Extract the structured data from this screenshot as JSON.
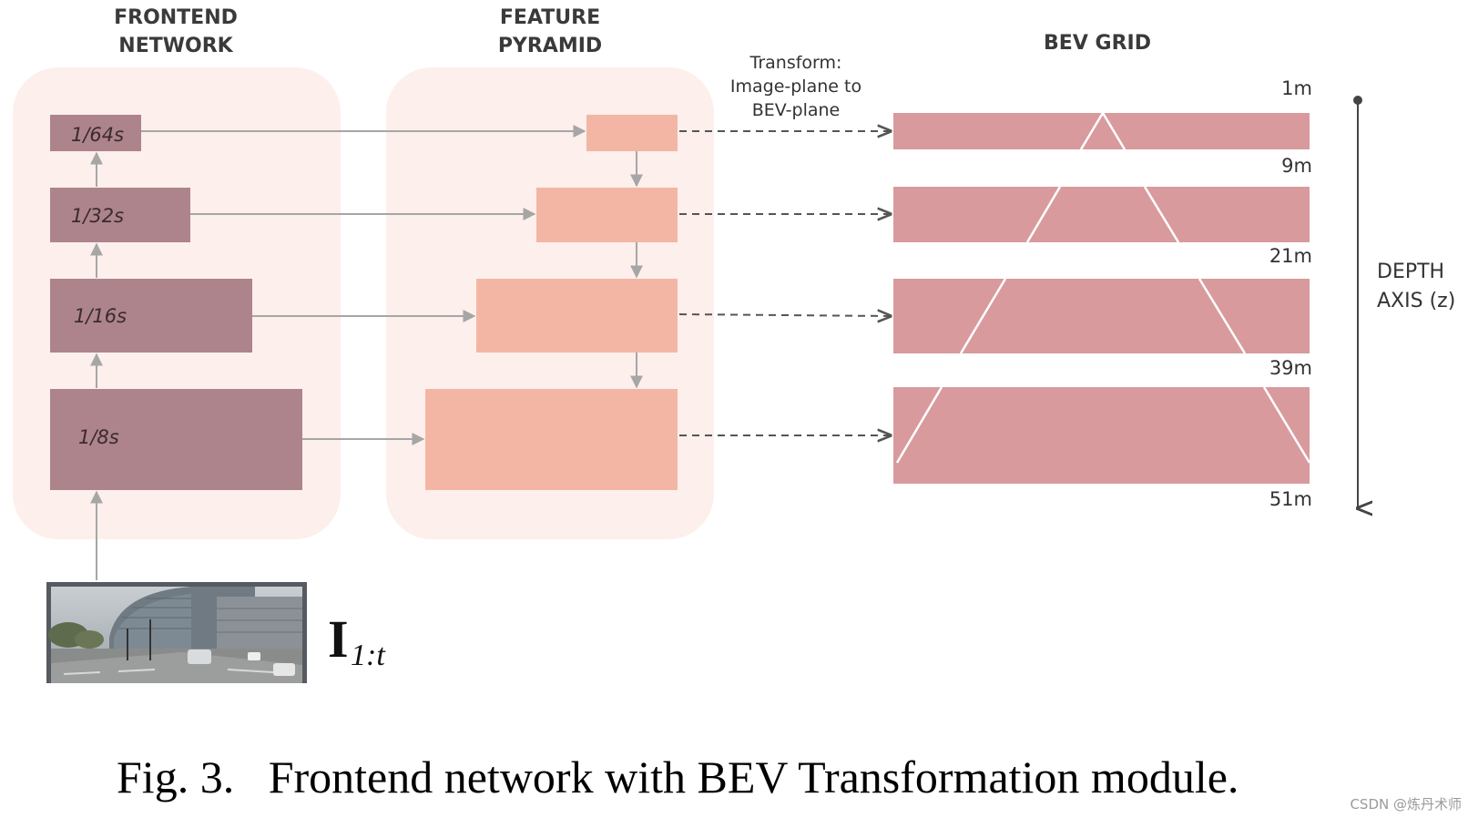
{
  "headers": {
    "frontend_line1": "FRONTEND",
    "frontend_line2": "NETWORK",
    "pyramid_line1": "FEATURE",
    "pyramid_line2": "PYRAMID",
    "bev": "BEV GRID"
  },
  "transform_label": [
    "Transform:",
    "Image-plane to",
    "BEV-plane"
  ],
  "frontend_levels": [
    "1/64s",
    "1/32s",
    "1/16s",
    "1/8s"
  ],
  "distances": [
    "1m",
    "9m",
    "21m",
    "39m",
    "51m"
  ],
  "depth_axis": [
    "DEPTH",
    "AXIS (z)"
  ],
  "input_symbol": {
    "main": "I",
    "subscript": "1:t"
  },
  "caption": "Fig. 3.   Frontend network with BEV Transformation module.",
  "watermark": "CSDN @炼丹术师",
  "colors": {
    "panel_bg": "#fdefeb",
    "frontend_box": "#ad848b",
    "pyramid_box": "#f3b6a5",
    "bev_strip": "#d99a9d",
    "connector": "#a6a6a6",
    "dashed": "#555555"
  },
  "icons": {
    "input_photo": "street-scene-photo-icon"
  }
}
